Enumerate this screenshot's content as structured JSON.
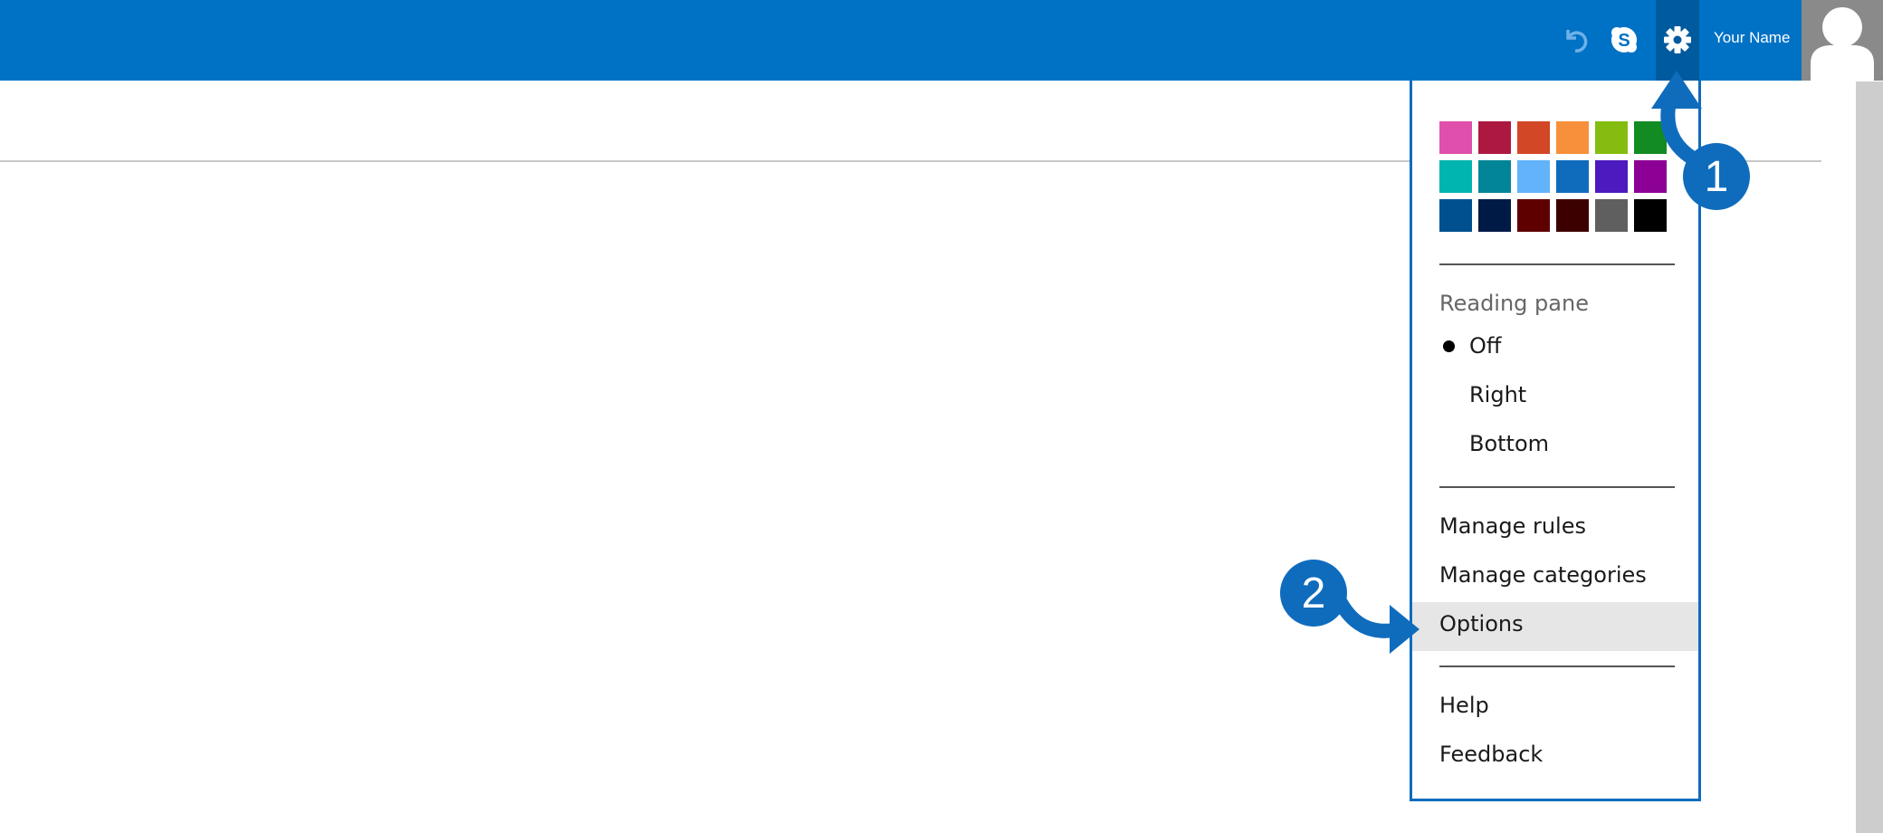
{
  "header": {
    "background_color": "#0072C6",
    "icons": [
      {
        "name": "undo-icon",
        "glyph": "↶"
      },
      {
        "name": "skype-icon",
        "glyph": "S"
      },
      {
        "name": "gear-icon",
        "glyph": "⚙"
      }
    ],
    "user_name": "Your Name"
  },
  "settings_menu": {
    "themes": [
      "#E04FAC",
      "#AD1841",
      "#D24726",
      "#F7903A",
      "#84BD0F",
      "#118B22",
      "#00B4B0",
      "#028596",
      "#62B3FA",
      "#0F6CBD",
      "#4C1ABE",
      "#8C0095",
      "#00508F",
      "#001A46",
      "#5E0000",
      "#3D0000",
      "#5F5F5F",
      "#000000"
    ],
    "reading_pane": {
      "label": "Reading pane",
      "options": [
        {
          "label": "Off",
          "selected": true
        },
        {
          "label": "Right",
          "selected": false
        },
        {
          "label": "Bottom",
          "selected": false
        }
      ]
    },
    "items_group1": [
      {
        "label": "Manage rules"
      },
      {
        "label": "Manage categories"
      },
      {
        "label": "Options",
        "highlighted": true
      }
    ],
    "items_group2": [
      {
        "label": "Help"
      },
      {
        "label": "Feedback"
      }
    ]
  },
  "callouts": [
    {
      "number": "1"
    },
    {
      "number": "2"
    }
  ]
}
